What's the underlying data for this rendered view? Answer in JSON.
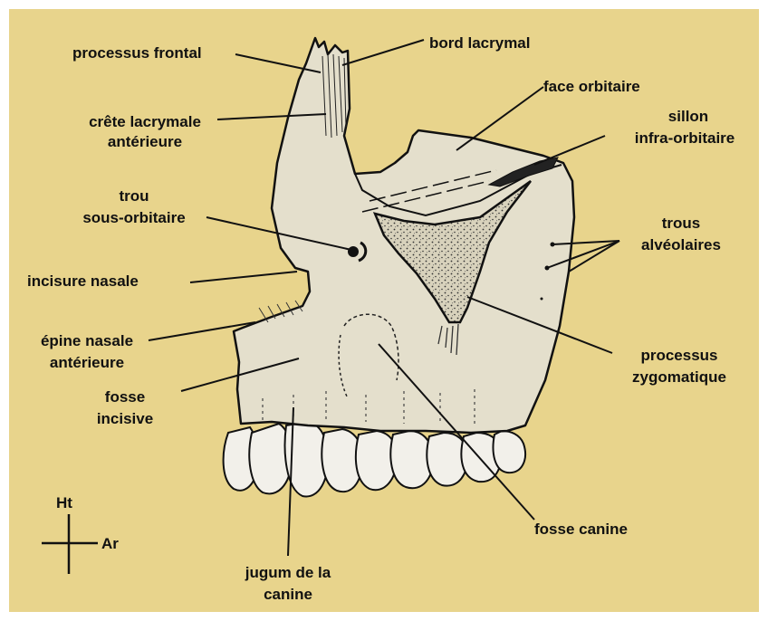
{
  "colors": {
    "background": "#e8d48c",
    "bone": "#e4dfcc",
    "tooth": "#f2f0ea",
    "stroke": "#111111"
  },
  "labels": {
    "processus_frontal": [
      "processus frontal"
    ],
    "bord_lacrymal": [
      "bord lacrymal"
    ],
    "face_orbitaire": [
      "face orbitaire"
    ],
    "crete_lacrymale": [
      "crête lacrymale",
      "antérieure"
    ],
    "sillon_infra_orbitaire": [
      "sillon",
      "infra-orbitaire"
    ],
    "trou_sous_orbitaire": [
      "trou",
      "sous-orbitaire"
    ],
    "trous_alveolaires": [
      "trous",
      "alvéolaires"
    ],
    "incisure_nasale": [
      "incisure nasale"
    ],
    "epine_nasale": [
      "épine nasale",
      "antérieure"
    ],
    "processus_zygomatique": [
      "processus",
      "zygomatique"
    ],
    "fosse_incisive": [
      "fosse",
      "incisive"
    ],
    "fosse_canine": [
      "fosse canine"
    ],
    "jugum": [
      "jugum de la",
      "canine"
    ]
  },
  "orientation": {
    "up": "Ht",
    "back": "Ar"
  }
}
